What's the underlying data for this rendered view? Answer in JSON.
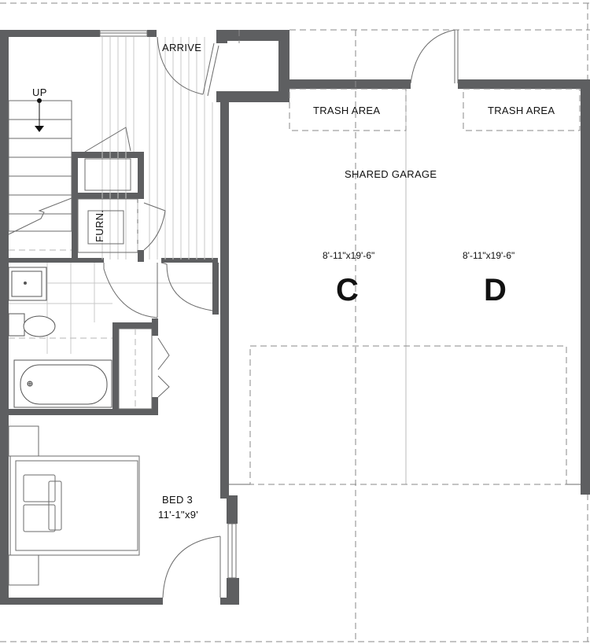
{
  "labels": {
    "arrive": "ARRIVE",
    "up": "UP",
    "furn": "FURN.",
    "trash_1": "TRASH AREA",
    "trash_2": "TRASH AREA",
    "shared_garage": "SHARED GARAGE",
    "garage_c_dim": "8'-11\"x19'-6\"",
    "garage_d_dim": "8'-11\"x19'-6\"",
    "garage_c": "C",
    "garage_d": "D",
    "bed_name": "BED 3",
    "bed_dim": "11'-1\"x9'"
  },
  "colors": {
    "wall": "#5e5f61",
    "line": "#6b6b6b",
    "dashed": "#8a8a8a"
  }
}
